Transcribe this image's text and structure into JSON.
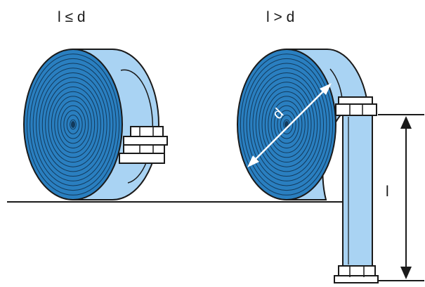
{
  "labels": {
    "left_case": "l ≤ d",
    "right_case": "l > d",
    "diameter": "d",
    "length": "l"
  },
  "colors": {
    "coil_face": "#2a7fc0",
    "coil_side": "#a9d3f3",
    "outline": "#1a1a1a",
    "coupling": "#ffffff"
  }
}
